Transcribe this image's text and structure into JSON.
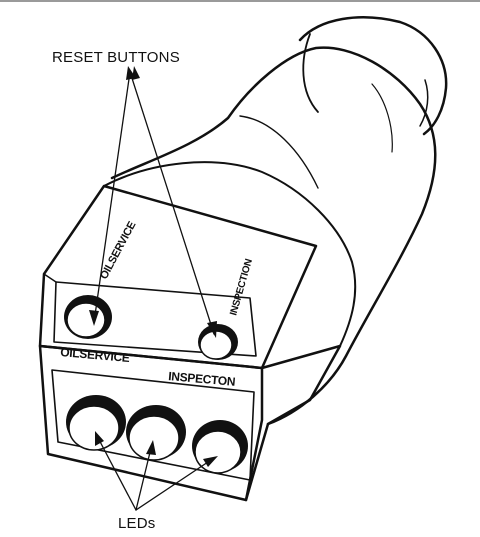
{
  "callouts": {
    "reset_buttons": "RESET BUTTONS",
    "leds": "LEDs"
  },
  "labels": {
    "oilservice_top": "OILSERVICE",
    "inspection_top": "INSPECTION",
    "oilservice_front": "OILSERVICE",
    "inspection_front": "INSPECTON"
  },
  "colors": {
    "ink": "#111111",
    "paper": "#ffffff"
  }
}
